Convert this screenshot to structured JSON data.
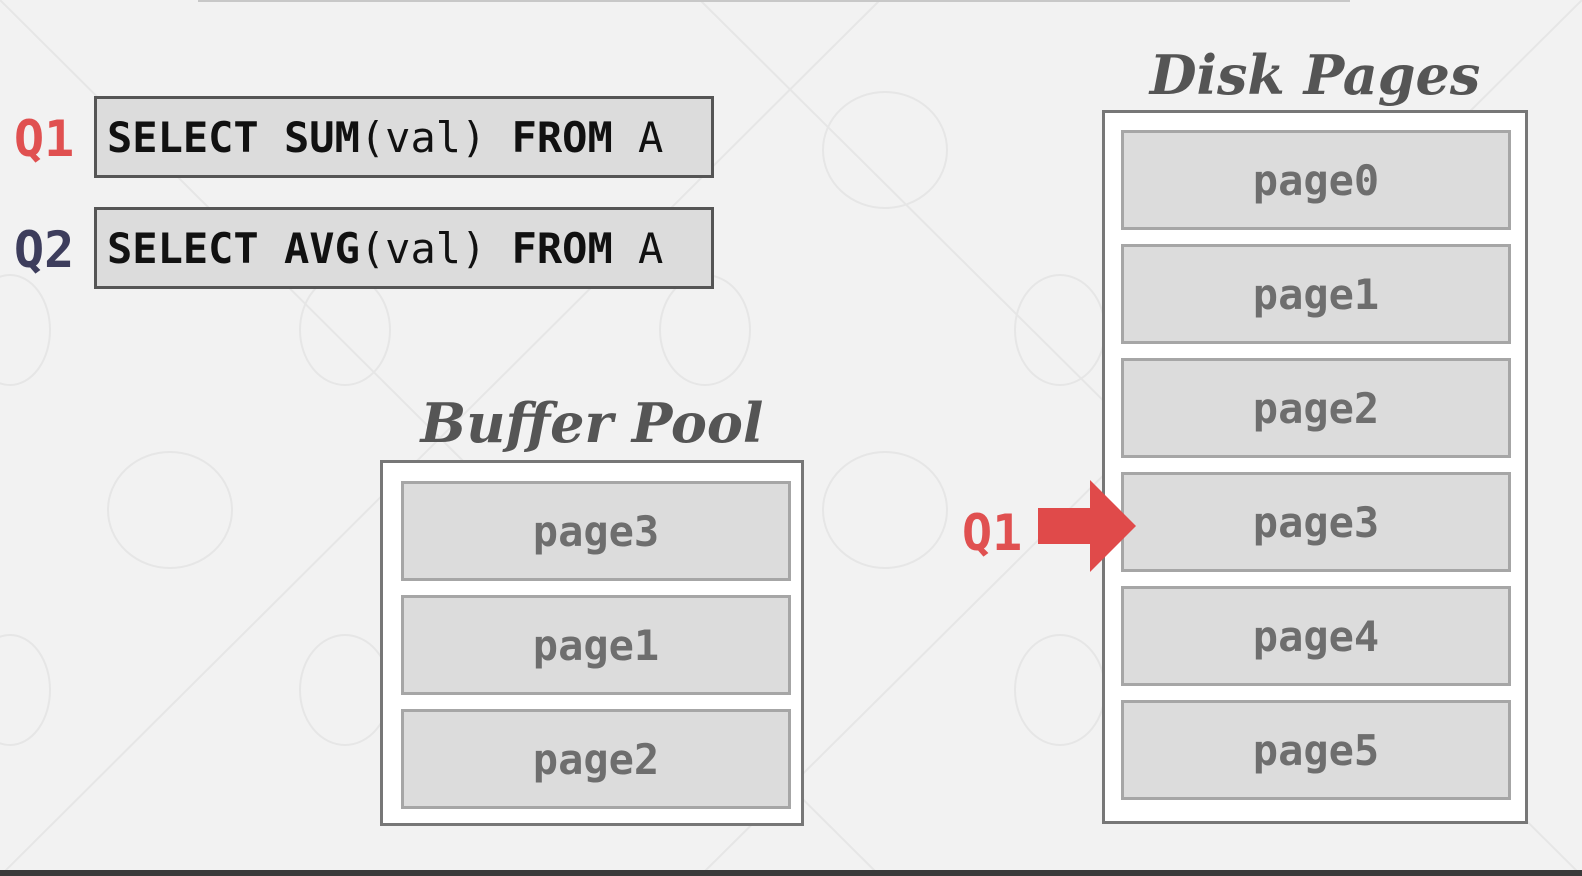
{
  "colors": {
    "q1": "#e05050",
    "q2": "#3d3d5c",
    "arrow": "#e04a4a"
  },
  "queries": [
    {
      "label": "Q1",
      "parts": [
        "SELECT",
        " ",
        "SUM",
        "(val) ",
        "FROM",
        " A"
      ]
    },
    {
      "label": "Q2",
      "parts": [
        "SELECT",
        " ",
        "AVG",
        "(val) ",
        "FROM",
        " A"
      ]
    }
  ],
  "buffer_pool": {
    "title": "Buffer Pool",
    "pages": [
      "page3",
      "page1",
      "page2"
    ]
  },
  "disk_pages": {
    "title": "Disk Pages",
    "pages": [
      "page0",
      "page1",
      "page2",
      "page3",
      "page4",
      "page5"
    ]
  },
  "cursor": {
    "label": "Q1",
    "target": "page3"
  }
}
